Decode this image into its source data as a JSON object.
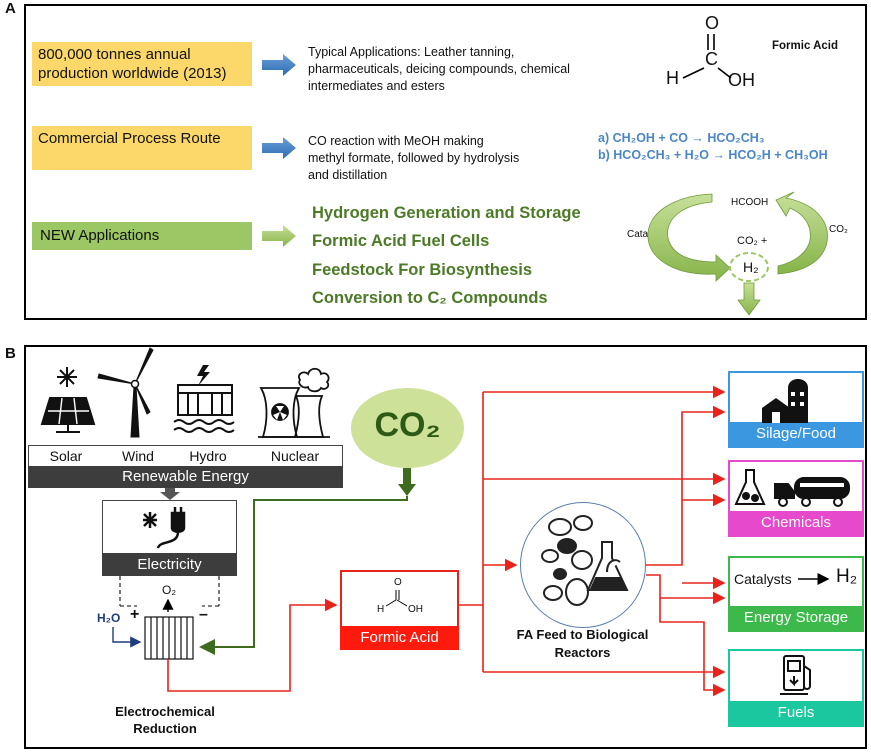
{
  "panel_a": {
    "label": "A",
    "production_box": "800,000 tonnes annual production worldwide (2013)",
    "applications_text": "Typical Applications:  Leather tanning, pharmaceuticals, deicing compounds, chemical intermediates and esters",
    "molecule_atoms": {
      "o_top": "O",
      "c": "C",
      "h": "H",
      "oh": "OH"
    },
    "molecule_label": "Formic Acid",
    "process_box": "Commercial Process Route",
    "process_text": "CO reaction with MeOH making methyl formate, followed by hydrolysis and distillation",
    "reaction_a": "a) CH₂OH + CO  → HCO₂CH₃",
    "reaction_b": "b) HCO₂CH₃ + H₂O → HCO₂H + CH₃OH",
    "new_box": "NEW Applications",
    "new_items": [
      "Hydrogen Generation and Storage",
      "Formic Acid Fuel Cells",
      "Feedstock For Biosynthesis",
      "Conversion to C₂ Compounds"
    ],
    "cycle": {
      "hcooh": "HCOOH",
      "catalysts": "Catalysts",
      "co2_plus": "CO₂ +",
      "h2": "H₂",
      "co2": "CO₂"
    }
  },
  "panel_b": {
    "label": "B",
    "sources": [
      "Solar",
      "Wind",
      "Hydro",
      "Nuclear"
    ],
    "renewable": "Renewable Energy",
    "electricity": "Electricity",
    "co2": "CO₂",
    "o2": "O₂",
    "h2o": "H₂O",
    "plus": "+",
    "minus": "–",
    "electro_reduction": "Electrochemical Reduction",
    "formic_acid": "Formic Acid",
    "fa_molecule": {
      "o": "O",
      "h": "H",
      "oh": "OH"
    },
    "fa_feed": "FA Feed to Biological Reactors",
    "outputs": [
      {
        "label": "Silage/Food",
        "color": "#3a97e0"
      },
      {
        "label": "Chemicals",
        "color": "#e649cc"
      },
      {
        "label": "Energy Storage",
        "color": "#3cb94a"
      },
      {
        "label": "Fuels",
        "color": "#1bc79f"
      }
    ],
    "energy_storage_line": "Catalysts",
    "energy_storage_h2": "H₂"
  }
}
